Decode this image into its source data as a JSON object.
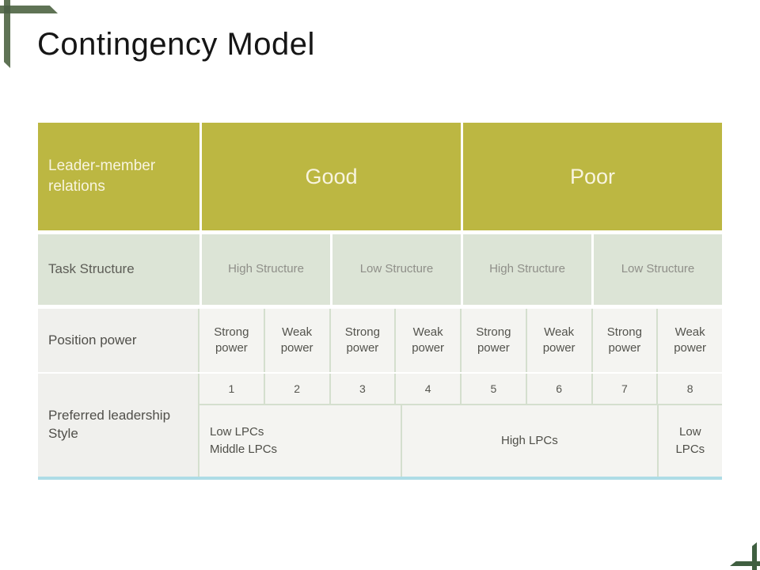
{
  "title": "Contingency Model",
  "colors": {
    "header_bg": "#bcb742",
    "header_text": "#f8f4df",
    "task_row_bg": "#dce4d6",
    "label_col_bg": "#f0f0ed",
    "cell_bg": "#f4f4f1",
    "border_green": "#d4dfce",
    "bottom_border": "#aedce6",
    "decor_top_green": "#5f7355",
    "decor_bottom_green": "#3f5f40",
    "title_color": "#161616"
  },
  "table": {
    "header": {
      "leader_label": "Leader-member relations",
      "good": "Good",
      "poor": "Poor"
    },
    "task_structure": {
      "label": "Task Structure",
      "cells": [
        "High Structure",
        "Low Structure",
        "High Structure",
        "Low Structure"
      ]
    },
    "position_power": {
      "label": "Position power",
      "cells": [
        "Strong power",
        "Weak power",
        "Strong power",
        "Weak power",
        "Strong power",
        "Weak power",
        "Strong power",
        "Weak power"
      ]
    },
    "leadership": {
      "label": "Preferred leadership Style",
      "octants": [
        "1",
        "2",
        "3",
        "4",
        "5",
        "6",
        "7",
        "8"
      ],
      "lpc_low_mid": "Low LPCs\nMiddle LPCs",
      "lpc_high": "High LPCs",
      "lpc_low": "Low\nLPCs"
    }
  }
}
